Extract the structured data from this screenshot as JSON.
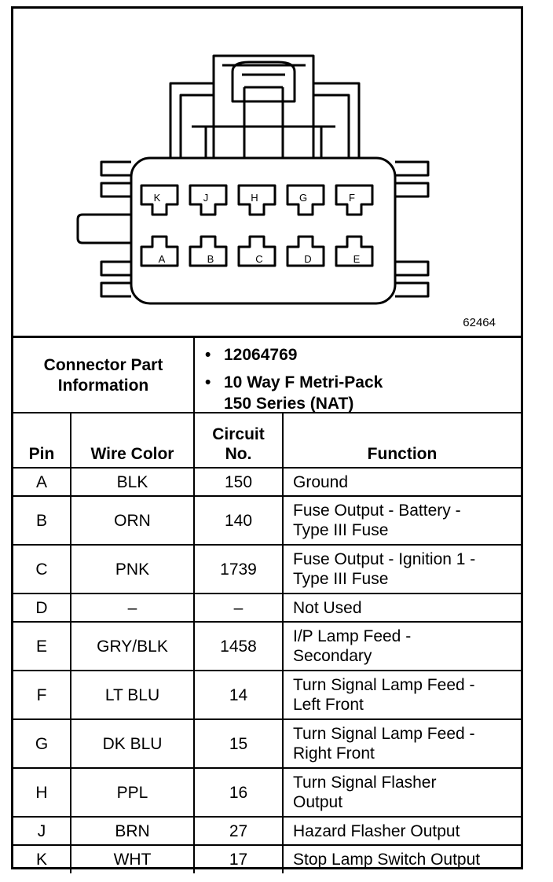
{
  "diagram": {
    "figure_number": "62464",
    "top_row_pins": [
      "K",
      "J",
      "H",
      "G",
      "F"
    ],
    "bottom_row_pins": [
      "A",
      "B",
      "C",
      "D",
      "E"
    ]
  },
  "info": {
    "label": "Connector Part\nInformation",
    "items": [
      "12064769",
      "10 Way F Metri-Pack\n150 Series (NAT)"
    ]
  },
  "table": {
    "headers": {
      "pin": "Pin",
      "wire_color": "Wire Color",
      "circuit": "Circuit\nNo.",
      "function": "Function"
    },
    "rows": [
      {
        "pin": "A",
        "color": "BLK",
        "circuit": "150",
        "function": "Ground"
      },
      {
        "pin": "B",
        "color": "ORN",
        "circuit": "140",
        "function": "Fuse Output - Battery -\nType III Fuse"
      },
      {
        "pin": "C",
        "color": "PNK",
        "circuit": "1739",
        "function": "Fuse Output - Ignition 1 -\nType III Fuse"
      },
      {
        "pin": "D",
        "color": "–",
        "circuit": "–",
        "function": "Not Used"
      },
      {
        "pin": "E",
        "color": "GRY/BLK",
        "circuit": "1458",
        "function": "I/P Lamp Feed -\nSecondary"
      },
      {
        "pin": "F",
        "color": "LT BLU",
        "circuit": "14",
        "function": "Turn Signal Lamp Feed -\nLeft Front"
      },
      {
        "pin": "G",
        "color": "DK BLU",
        "circuit": "15",
        "function": "Turn Signal Lamp Feed -\nRight Front"
      },
      {
        "pin": "H",
        "color": "PPL",
        "circuit": "16",
        "function": "Turn Signal Flasher\nOutput"
      },
      {
        "pin": "J",
        "color": "BRN",
        "circuit": "27",
        "function": "Hazard Flasher Output"
      },
      {
        "pin": "K",
        "color": "WHT",
        "circuit": "17",
        "function": "Stop Lamp Switch Output"
      }
    ]
  }
}
